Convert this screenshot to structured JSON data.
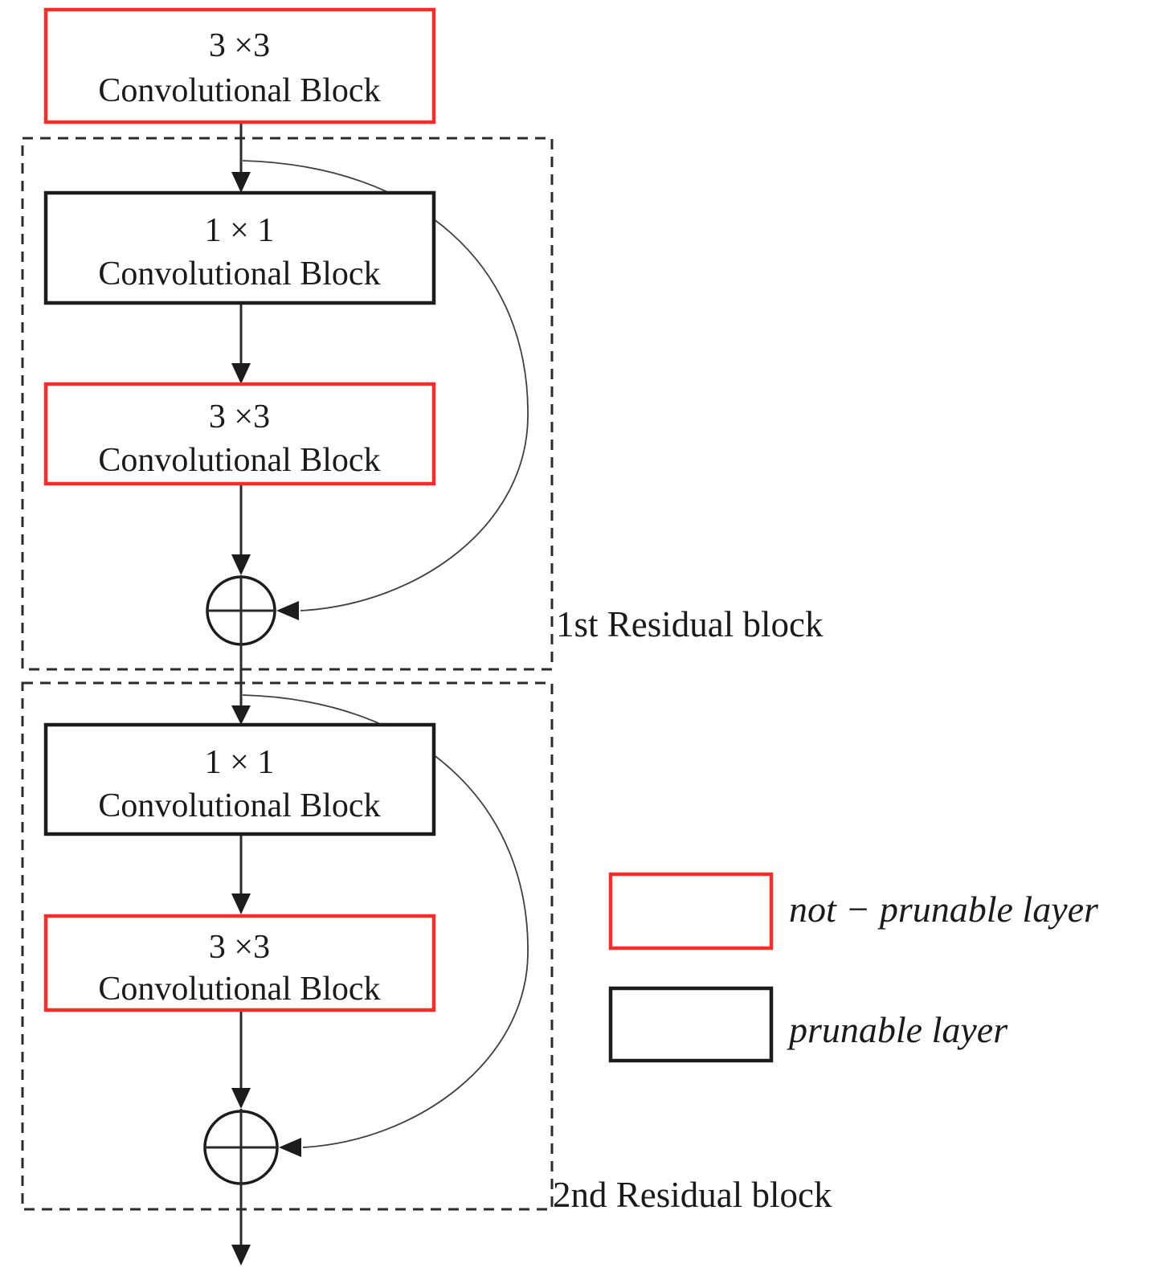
{
  "figure": {
    "background": "#ffffff",
    "colors": {
      "not_prunable_stroke": "#fb2d2a",
      "prunable_stroke": "#1c1c1c",
      "line": "#2b2b2b",
      "text": "#1a1a1a"
    },
    "input_block": {
      "line1": "3 ×3",
      "line2": "Convolutional Block"
    },
    "residual_blocks": [
      {
        "label": "1st Residual block",
        "conv_1x1": {
          "line1": "1 × 1",
          "line2": "Convolutional Block"
        },
        "conv_3x3": {
          "line1": "3 ×3",
          "line2": "Convolutional Block"
        },
        "sum_icon": "circle-plus"
      },
      {
        "label": "2nd Residual block",
        "conv_1x1": {
          "line1": "1 × 1",
          "line2": "Convolutional Block"
        },
        "conv_3x3": {
          "line1": "3 ×3",
          "line2": "Convolutional Block"
        },
        "sum_icon": "circle-plus"
      }
    ],
    "legend": {
      "items": [
        {
          "swatch": "not-prunable-swatch",
          "label": "not − prunable layer"
        },
        {
          "swatch": "prunable-swatch",
          "label": "prunable layer"
        }
      ]
    }
  }
}
